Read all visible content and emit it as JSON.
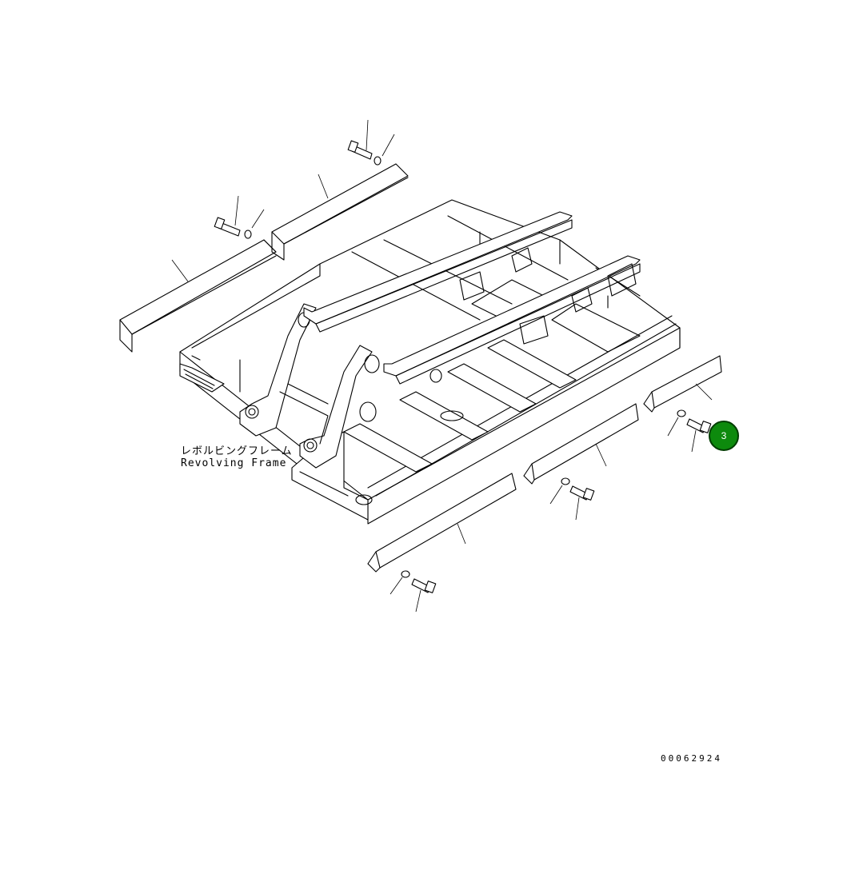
{
  "diagram": {
    "frame_label_jp": "レボルビングフレーム",
    "frame_label_en": "Revolving Frame",
    "drawing_number": "00062924",
    "callout": {
      "number": "3",
      "color": "#0d8a0d",
      "border_color": "#003d00",
      "text_color": "#ffffff"
    }
  }
}
